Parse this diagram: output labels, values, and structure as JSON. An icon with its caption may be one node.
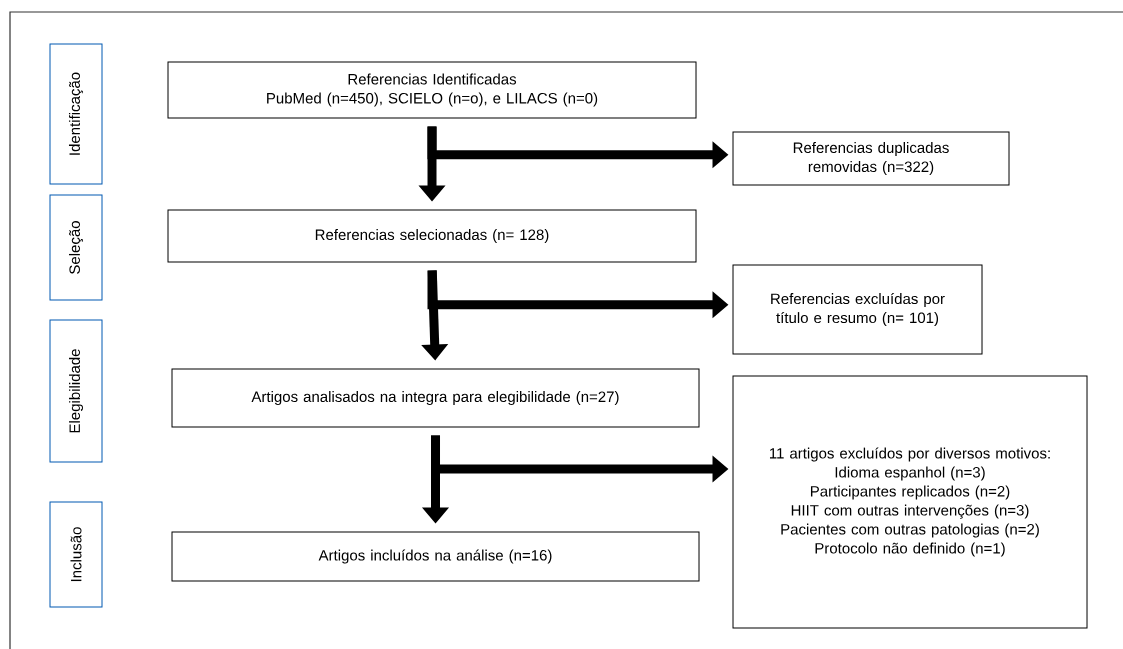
{
  "diagram": {
    "nodes": [
      {
        "text": [
          "Identificação"
        ]
      },
      {
        "text": [
          "Seleção"
        ]
      },
      {
        "text": [
          "Elegibilidade"
        ]
      },
      {
        "text": [
          "Inclusão"
        ]
      },
      {
        "text": [
          "Referencias Identificadas",
          "PubMed (n=450), SCIELO (n=o), e LILACS (n=0)"
        ]
      },
      {
        "text": [
          "Referencias selecionadas (n= 128)"
        ]
      },
      {
        "text": [
          "Artigos analisados na integra para elegibilidade (n=27)"
        ]
      },
      {
        "text": [
          "Artigos incluídos na análise (n=16)"
        ]
      },
      {
        "text": [
          "Referencias duplicadas removidas (n=322)"
        ]
      },
      {
        "text": [
          "Referencias excluídas por título e resumo (n= 101)"
        ]
      },
      {
        "text": [
          "11 artigos excluídos por diversos motivos:",
          "Idioma espanhol (n=3)",
          "Participantes replicados (n=2)",
          "HIIT com outras intervenções (n=3)",
          "Pacientes com outras patologias (n=2)",
          "Protocolo não definido (n=1)"
        ]
      }
    ],
    "edges": [
      {
        "from": 4,
        "to": 5,
        "arrow": "to"
      },
      {
        "from": 4,
        "to": 8,
        "arrow": "to"
      },
      {
        "from": 5,
        "to": 6,
        "arrow": "to"
      },
      {
        "from": 5,
        "to": 9,
        "arrow": "to"
      },
      {
        "from": 6,
        "to": 7,
        "arrow": "to"
      },
      {
        "from": 6,
        "to": 10,
        "arrow": "to"
      }
    ]
  }
}
